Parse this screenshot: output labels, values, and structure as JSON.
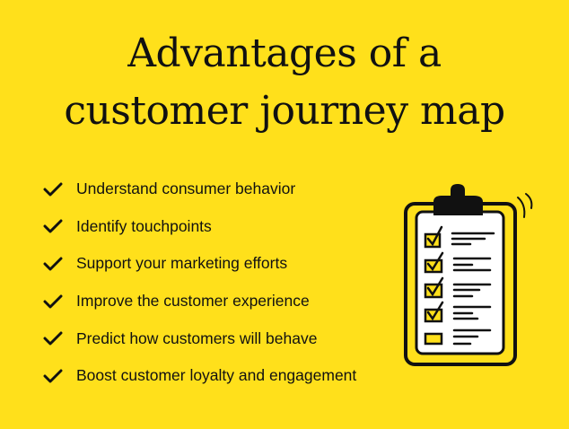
{
  "title": {
    "line1": "Advantages of a",
    "line2": "customer journey map"
  },
  "items": [
    {
      "label": "Understand consumer behavior",
      "icon": "check-icon"
    },
    {
      "label": "Identify touchpoints",
      "icon": "check-icon"
    },
    {
      "label": "Support your marketing efforts",
      "icon": "check-icon"
    },
    {
      "label": "Improve the customer experience",
      "icon": "check-icon"
    },
    {
      "label": "Predict how customers will behave",
      "icon": "check-icon"
    },
    {
      "label": "Boost customer loyalty and engagement",
      "icon": "check-icon"
    }
  ],
  "colors": {
    "background": "#FFE01B",
    "ink": "#111111",
    "paper": "#FFFFFF"
  }
}
